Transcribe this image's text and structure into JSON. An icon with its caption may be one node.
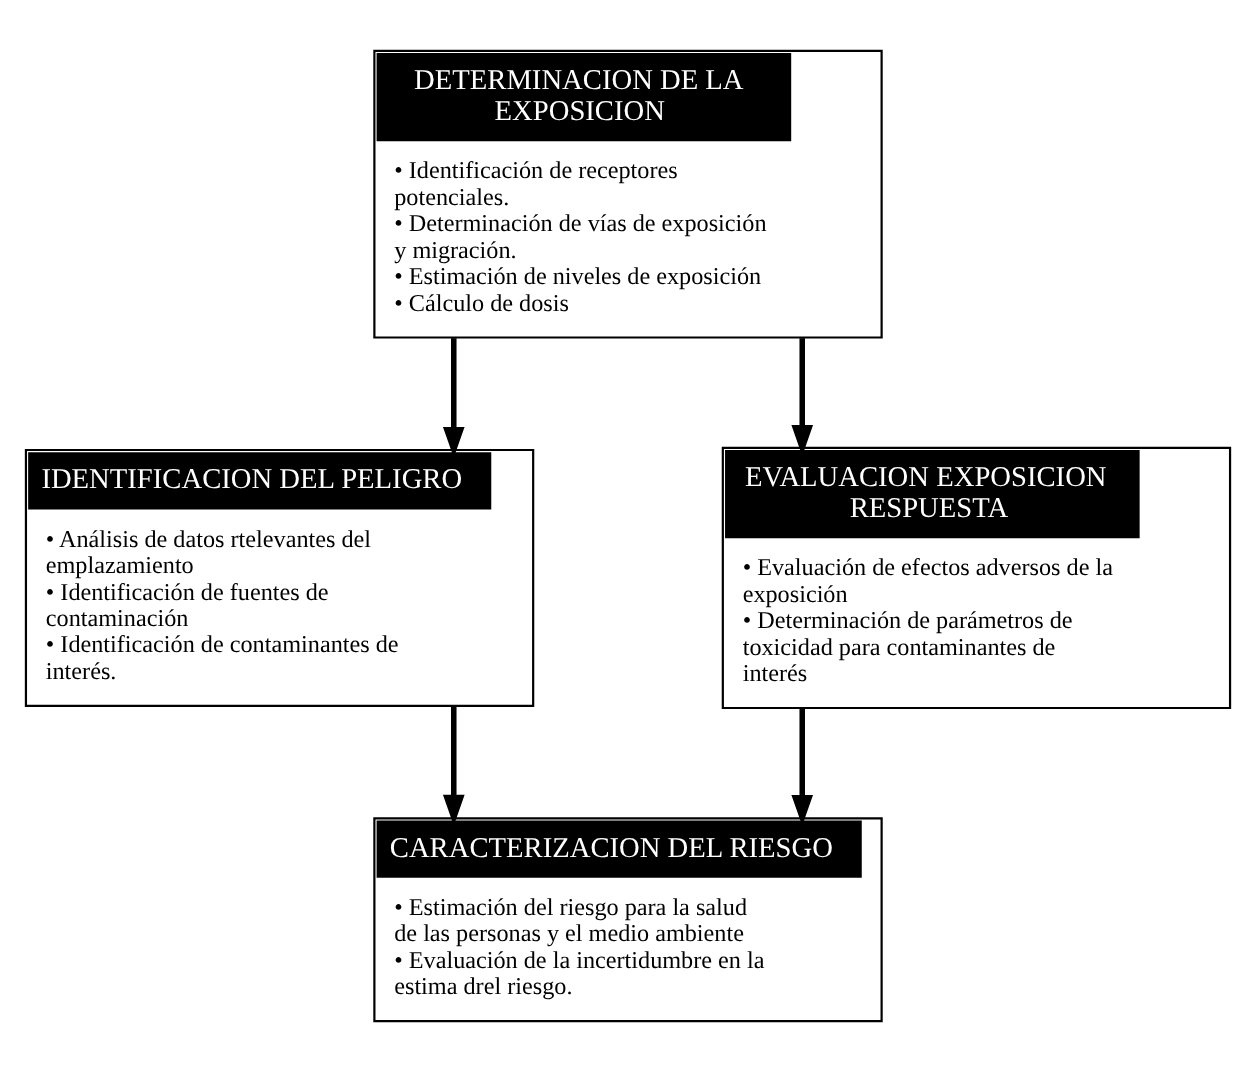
{
  "diagram": {
    "nodes": [
      {
        "text": [
          "DETERMINACION DE LA EXPOSICION",
          "• Identificación de receptores potenciales.",
          "• Determinación de vías de exposición y migración.",
          "• Estimación de niveles de exposición",
          "• Cálculo de dosis"
        ]
      },
      {
        "text": [
          "IDENTIFICACION DEL PELIGRO",
          "• Análisis de datos rtelevantes del emplazamiento",
          "• Identificación de fuentes de contaminación",
          "• Identificación de contaminantes de interés."
        ]
      },
      {
        "text": [
          "EVALUACION EXPOSICION RESPUESTA",
          "• Evaluación de efectos adversos de la exposición",
          "• Determinación de parámetros de toxicidad para contaminantes de interés"
        ]
      },
      {
        "text": [
          "CARACTERIZACION DEL RIESGO",
          "• Estimación del riesgo para la salud de las personas y el medio ambiente",
          "• Evaluación de la incertidumbre en la estima drel riesgo."
        ]
      }
    ],
    "edges": [
      {
        "from": 0,
        "to": 1,
        "arrow": "to"
      },
      {
        "from": 0,
        "to": 2,
        "arrow": "to"
      },
      {
        "from": 1,
        "to": 3,
        "arrow": "to"
      },
      {
        "from": 2,
        "to": 3,
        "arrow": "to"
      }
    ]
  }
}
